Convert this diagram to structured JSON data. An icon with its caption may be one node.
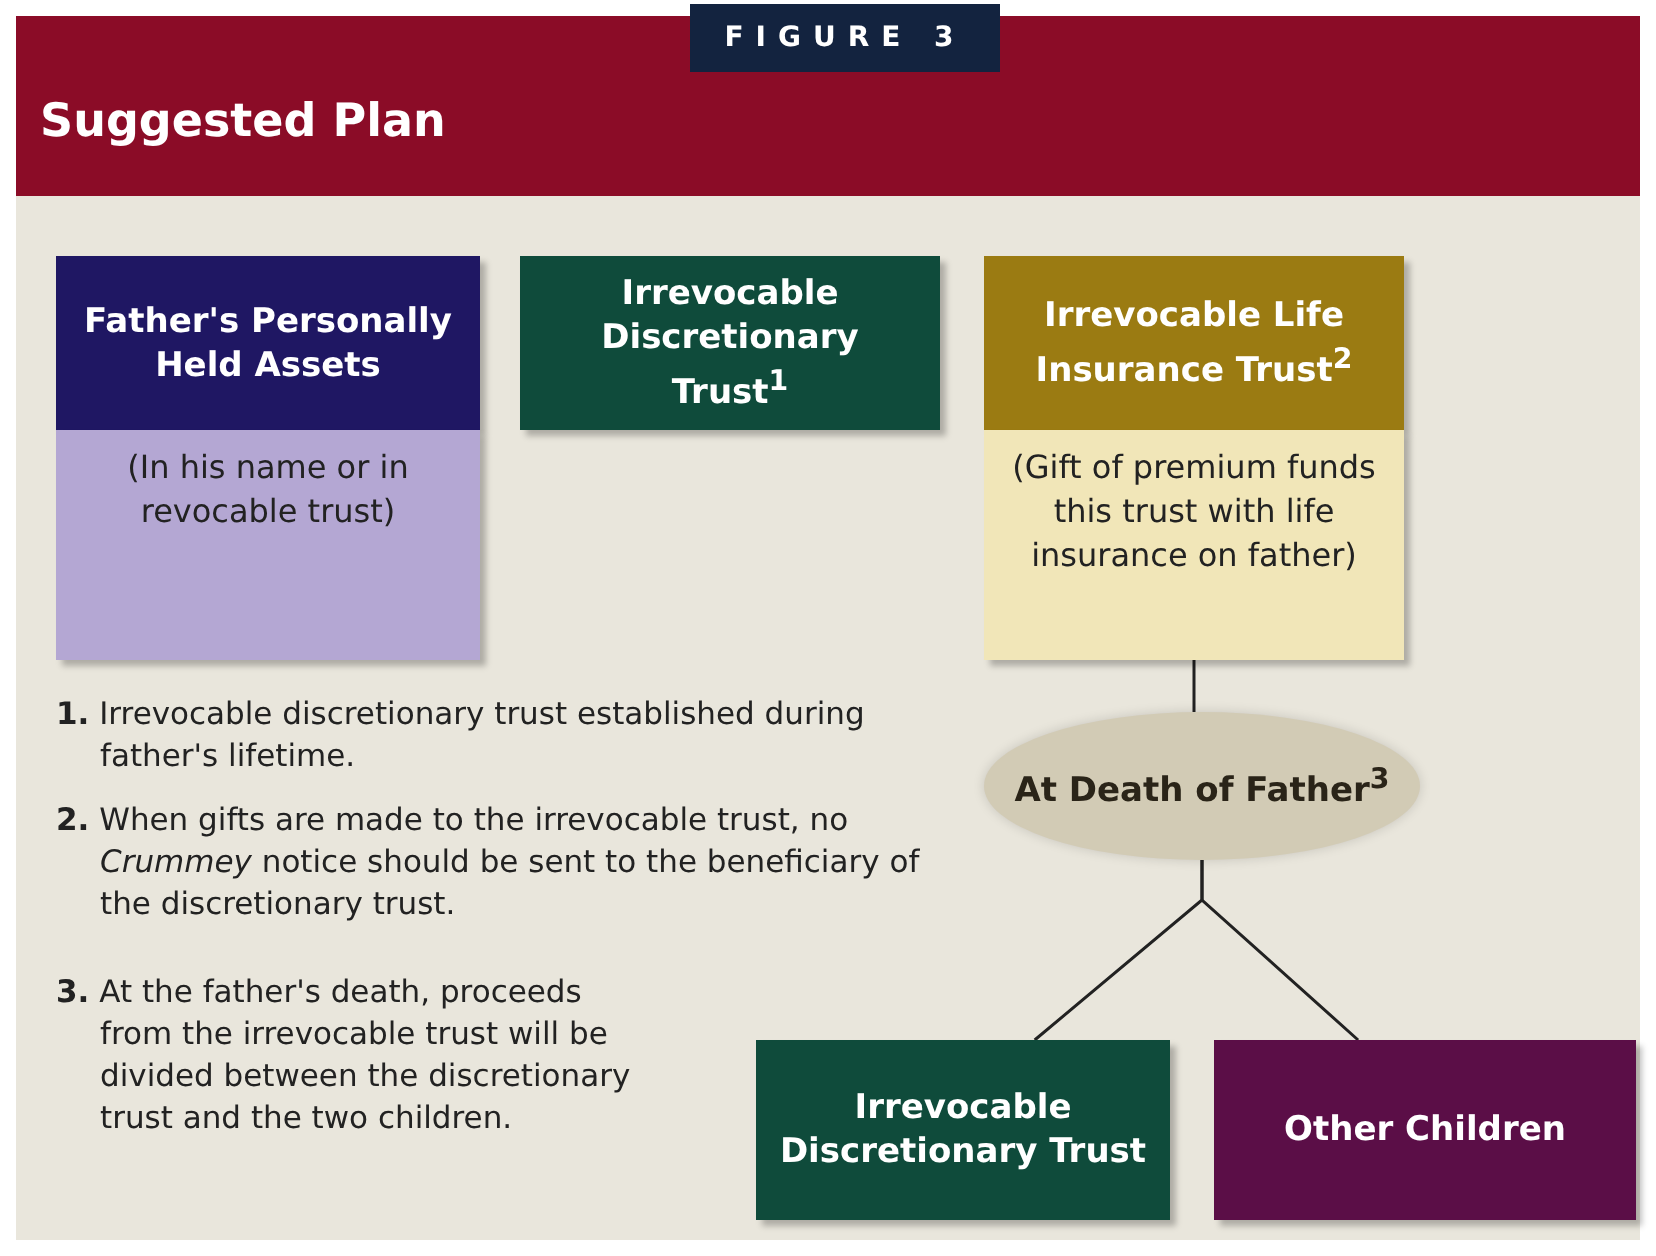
{
  "diagram": {
    "title": "Suggested Plan",
    "nodes": [
      {
        "text": [
          "Father's Personally Held Assets",
          "(In his name or in revocable trust)"
        ]
      },
      {
        "text": [
          "Irrevocable Discretionary Trust$^{1}$"
        ]
      },
      {
        "text": [
          "Irrevocable Life Insurance Trust$^{2}$",
          "(Gift of premium funds this trust with life insurance on father)"
        ]
      },
      {
        "text": [
          "At Death of Father$^{3}$"
        ]
      },
      {
        "text": [
          "Irrevocable Discretionary Trust"
        ]
      },
      {
        "text": [
          "Other Children"
        ]
      }
    ],
    "edges": [
      {
        "from": 2,
        "to": 3,
        "arrow": "none"
      },
      {
        "from": 3,
        "to": 4,
        "arrow": "none"
      },
      {
        "from": 3,
        "to": 5,
        "arrow": "none"
      }
    ],
    "labels": [
      "FIGURE 3",
      "**1.** Irrevocable discretionary trust established during father's lifetime.",
      "**2.** When gifts are made to the irrevocable trust, no *Crummey* notice should be sent to the beneficiary of the discretionary trust.",
      "**3.** At the father's death, proceeds from the irrevocable trust will be divided between the discretionary trust and the two children."
    ]
  }
}
